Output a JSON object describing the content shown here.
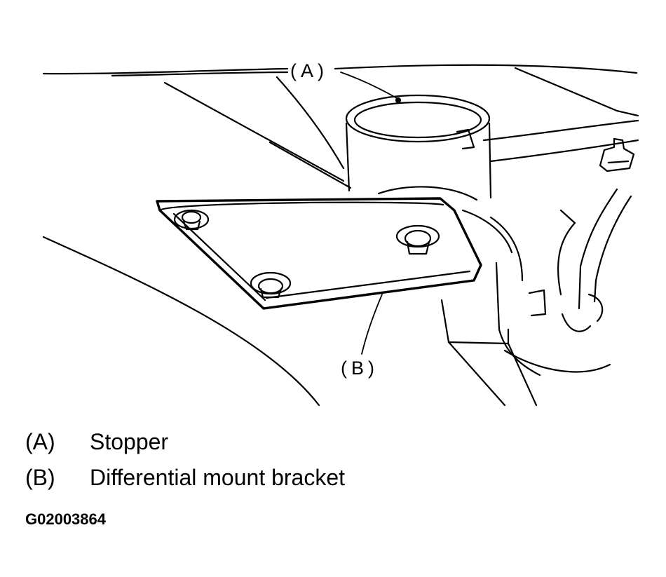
{
  "callouts": {
    "a": "(A)",
    "b": "(B)"
  },
  "legend": [
    {
      "key": "(A)",
      "text": "Stopper"
    },
    {
      "key": "(B)",
      "text": "Differential mount bracket"
    }
  ],
  "figure_code": "G02003864"
}
